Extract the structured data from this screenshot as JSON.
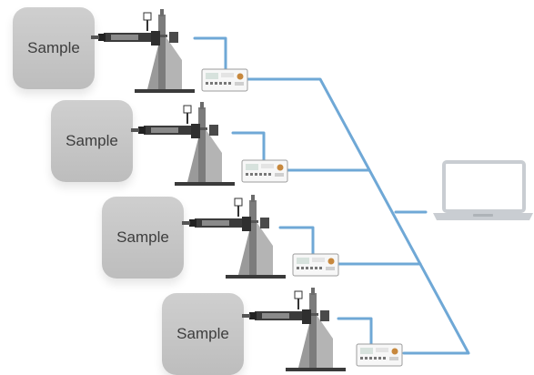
{
  "samples": [
    {
      "label": "Sample"
    },
    {
      "label": "Sample"
    },
    {
      "label": "Sample"
    },
    {
      "label": "Sample"
    }
  ],
  "colors": {
    "cable": "#6fa8d6",
    "sample_box": "#c6c6c6",
    "instrument_metal": "#8c8c8c",
    "laptop": "#c9cdd2"
  },
  "icons": {
    "instrument": "measurement-stand-icon",
    "controller": "controller-unit-icon",
    "computer": "laptop-icon"
  }
}
